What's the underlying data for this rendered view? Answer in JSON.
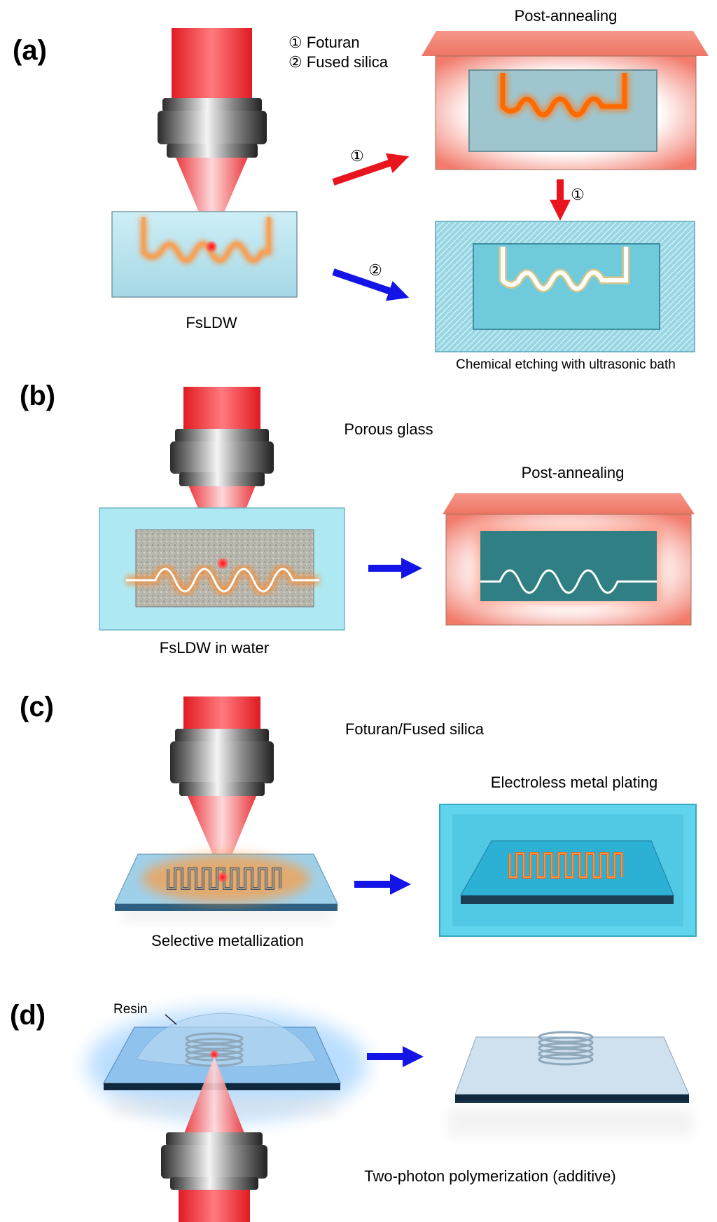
{
  "panels": {
    "a": {
      "label": "(a)",
      "legend_1": "① Foturan",
      "legend_2": "② Fused silica",
      "post_annealing": "Post-annealing",
      "arrow_1_tag": "①",
      "arrow_2_tag": "②",
      "arrow_down_tag": "①",
      "fsldw": "FsLDW",
      "etching": "Chemical etching with ultrasonic bath"
    },
    "b": {
      "label": "(b)",
      "porous_glass": "Porous glass",
      "post_annealing": "Post-annealing",
      "fsldw_water": "FsLDW in water"
    },
    "c": {
      "label": "(c)",
      "material": "Foturan/Fused silica",
      "plating": "Electroless metal plating",
      "selective": "Selective metallization"
    },
    "d": {
      "label": "(d)",
      "resin": "Resin",
      "tpp": "Two-photon polymerization (additive)"
    }
  },
  "colors": {
    "laser_red": "#e8242a",
    "arrow_blue": "#1414e6",
    "arrow_red": "#e8141e",
    "glass_blue": "#b9e3ef",
    "furnace_salmon": "#f08070",
    "etched_teal": "#5fc3d6",
    "orange_trace": "#ff7a1a",
    "dark_teal": "#2f7f85"
  },
  "icons": [
    "objective-lens-icon",
    "laser-beam-icon",
    "glass-substrate-icon",
    "furnace-icon",
    "process-arrow-icon",
    "helix-coil-icon",
    "resin-droplet-icon"
  ]
}
